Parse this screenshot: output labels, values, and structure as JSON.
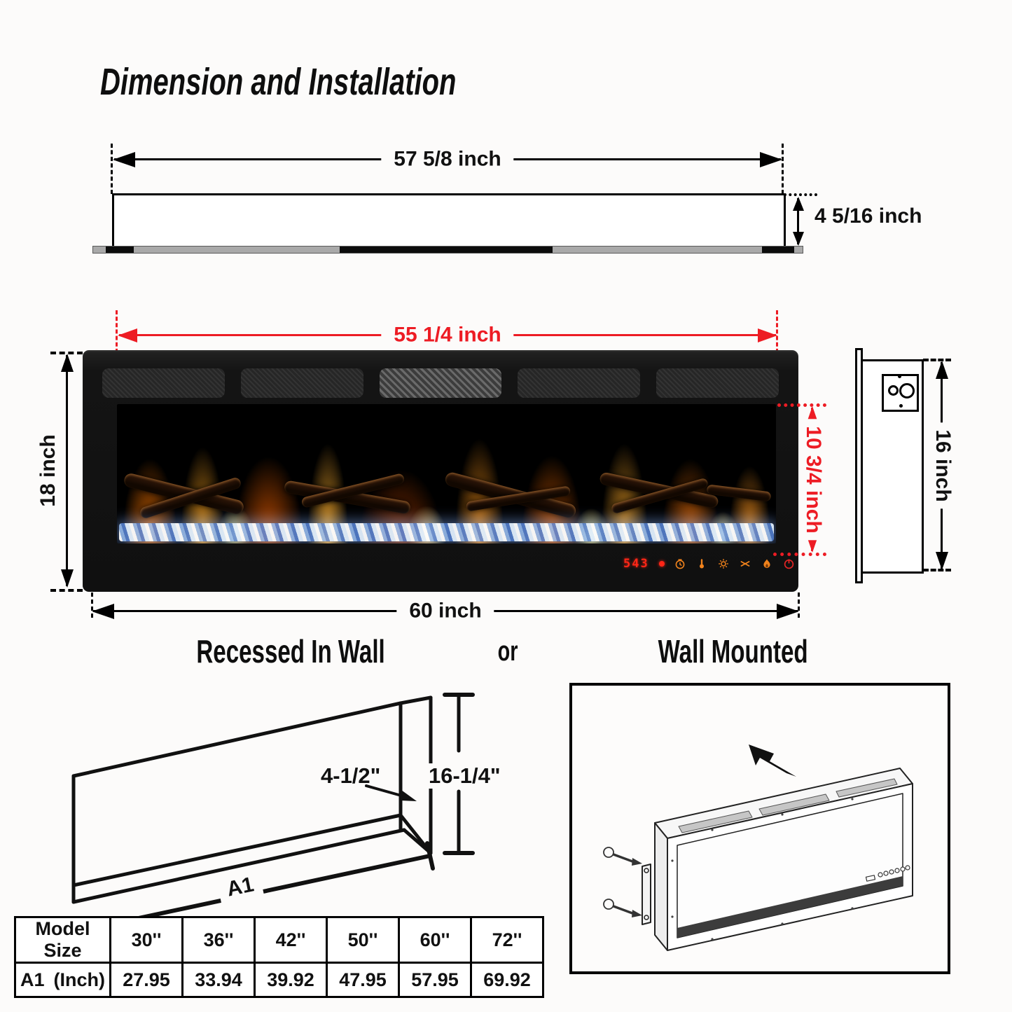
{
  "title": "Dimension and Installation",
  "colors": {
    "dimension_red": "#ed1c24",
    "icon_orange": "#f0821c",
    "power_red": "#e02424",
    "led_red": "#ff2617"
  },
  "top_view": {
    "width_label": "57 5/8 inch",
    "height_label": "4 5/16 inch"
  },
  "front_view": {
    "glass_width_label": "55 1/4 inch",
    "height_label": "18 inch",
    "viewing_height_label": "10 3/4 inch",
    "overall_width_label": "60 inch",
    "display_value": "543"
  },
  "side_view": {
    "depth_height_label": "16 inch"
  },
  "install_options": {
    "recessed": "Recessed In Wall",
    "conjunction": "or",
    "wall_mounted": "Wall Mounted"
  },
  "recessed_view": {
    "depth_label": "4-1/2\"",
    "height_label": "16-1/4\"",
    "width_label": "A1"
  },
  "size_table": {
    "headers": [
      "Model Size",
      "30''",
      "36''",
      "42''",
      "50''",
      "60''",
      "72''"
    ],
    "row_label": "A1",
    "row_unit": "(Inch)",
    "values": [
      "27.95",
      "33.94",
      "39.92",
      "47.95",
      "57.95",
      "69.92"
    ]
  }
}
